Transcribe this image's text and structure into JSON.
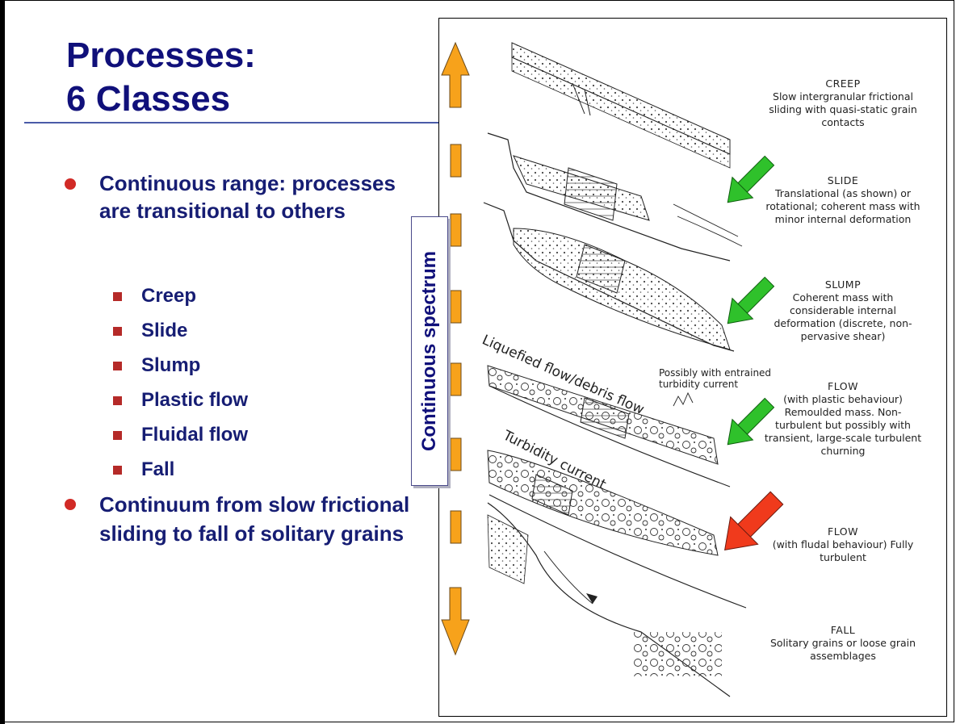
{
  "title": {
    "line1": "Processes:",
    "line2": "6 Classes"
  },
  "bullets": [
    {
      "text": "Continuous range: processes are transitional to others",
      "sub": [
        "Creep",
        "Slide",
        "Slump",
        "Plastic flow",
        "Fluidal flow",
        "Fall"
      ]
    },
    {
      "text": "Continuum from slow frictional sliding to fall of solitary grains"
    }
  ],
  "spectrum_label": "Continuous spectrum",
  "diagram": {
    "colors": {
      "arrow_orange": "#f7a21b",
      "arrow_green": "#2fc12b",
      "arrow_red": "#f03a1c"
    },
    "classes": [
      {
        "heading": "CREEP",
        "description": "Slow intergranular frictional sliding with quasi-static grain contacts"
      },
      {
        "heading": "SLIDE",
        "description": "Translational (as shown) or rotational; coherent mass with minor internal deformation"
      },
      {
        "heading": "SLUMP",
        "description": "Coherent mass with considerable internal deformation (discrete, non-pervasive shear)"
      },
      {
        "heading": "FLOW",
        "description": "(with plastic behaviour) Remoulded mass. Non-turbulent but possibly with transient, large-scale turbulent churning"
      },
      {
        "heading": "FLOW",
        "description": "(with fludal behaviour) Fully turbulent"
      },
      {
        "heading": "FALL",
        "description": "Solitary grains or loose grain assemblages"
      }
    ],
    "annotations": {
      "liquefied": "Liquefied flow/debris flow",
      "turbidity": "Turbidity current",
      "entrained": "Possibly with entrained turbidity current"
    }
  }
}
